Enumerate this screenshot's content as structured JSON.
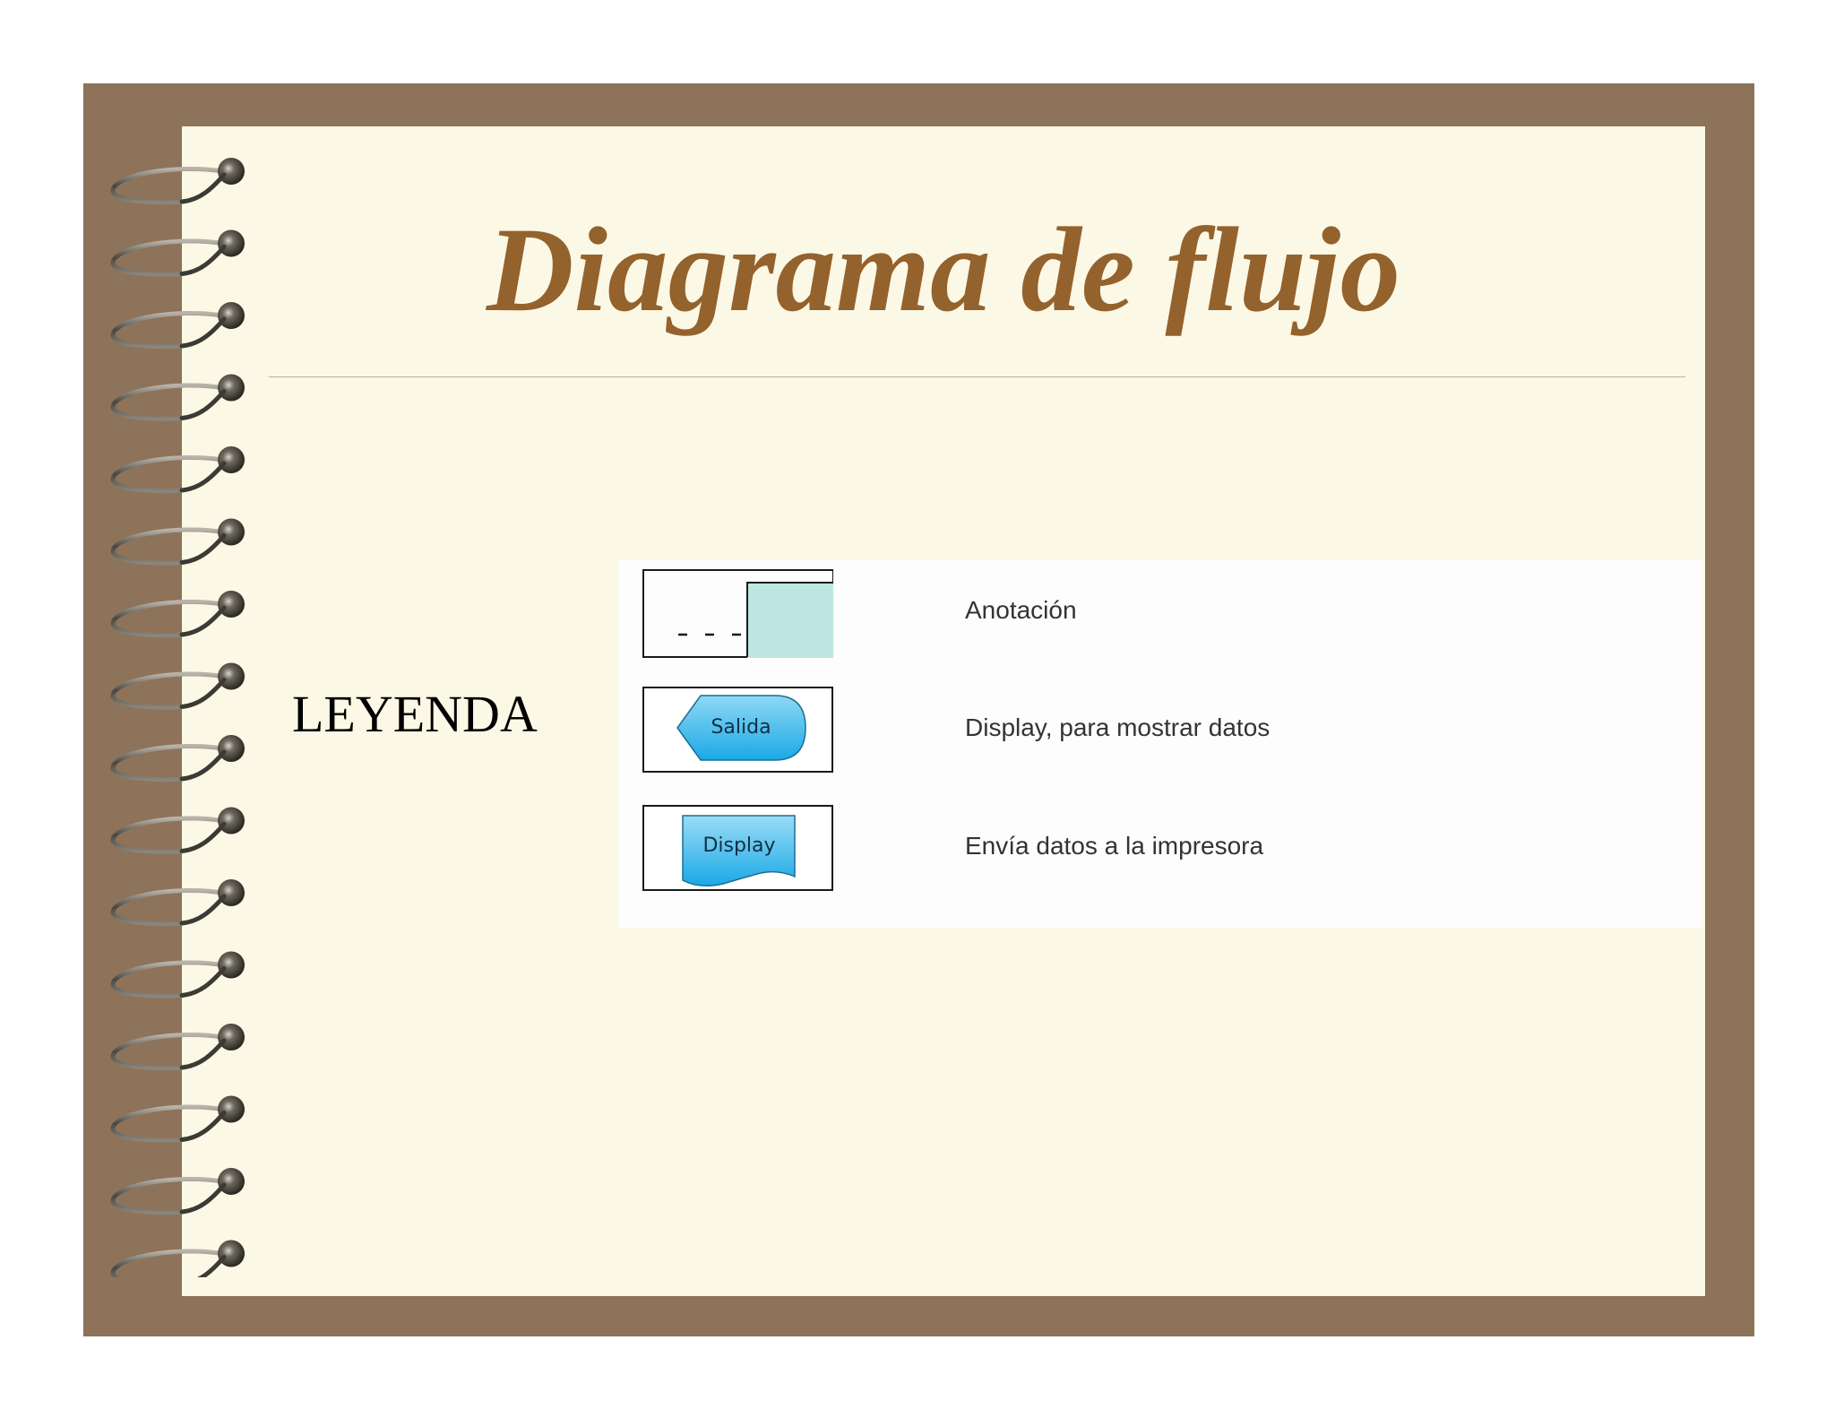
{
  "slide": {
    "title": "Diagrama de flujo",
    "legend_label": "LEYENDA"
  },
  "legend": {
    "items": [
      {
        "symbol": "annotation-symbol",
        "symbol_text": "",
        "description": "Anotación"
      },
      {
        "symbol": "display-symbol",
        "symbol_text": "Salida",
        "description": "Display, para mostrar datos"
      },
      {
        "symbol": "document-symbol",
        "symbol_text": "Display",
        "description": "Envía datos a la impresora"
      }
    ]
  },
  "colors": {
    "frame": "#8d735a",
    "page": "#fcf8e6",
    "title": "#94622d",
    "symbol_blue": "#27b5ea",
    "symbol_teal": "#bfe6e2"
  }
}
